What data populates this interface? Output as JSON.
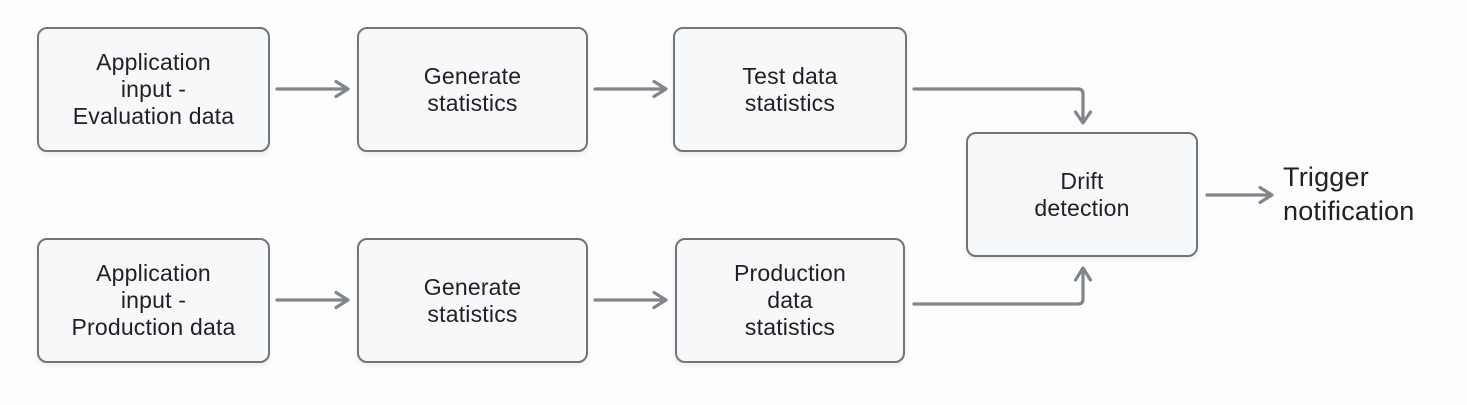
{
  "diagram": {
    "nodes": [
      {
        "id": "application-input-evaluation-data",
        "label": "Application\ninput -\nEvaluation data"
      },
      {
        "id": "generate-statistics-top",
        "label": "Generate\nstatistics"
      },
      {
        "id": "test-data-statistics",
        "label": "Test data\nstatistics"
      },
      {
        "id": "application-input-production-data",
        "label": "Application\ninput -\nProduction data"
      },
      {
        "id": "generate-statistics-bottom",
        "label": "Generate\nstatistics"
      },
      {
        "id": "production-data-statistics",
        "label": "Production\ndata\nstatistics"
      },
      {
        "id": "drift-detection",
        "label": "Drift\ndetection"
      }
    ],
    "end_label": "Trigger\nnotification",
    "edges": [
      {
        "from": "application-input-evaluation-data",
        "to": "generate-statistics-top"
      },
      {
        "from": "generate-statistics-top",
        "to": "test-data-statistics"
      },
      {
        "from": "test-data-statistics",
        "to": "drift-detection"
      },
      {
        "from": "application-input-production-data",
        "to": "generate-statistics-bottom"
      },
      {
        "from": "generate-statistics-bottom",
        "to": "production-data-statistics"
      },
      {
        "from": "production-data-statistics",
        "to": "drift-detection"
      },
      {
        "from": "drift-detection",
        "to": "trigger-notification"
      }
    ],
    "colors": {
      "background": "#fdfdfd",
      "node_fill": "#f7f8f9",
      "node_border": "#70757a",
      "arrow": "#80868b",
      "text": "#202124"
    }
  }
}
